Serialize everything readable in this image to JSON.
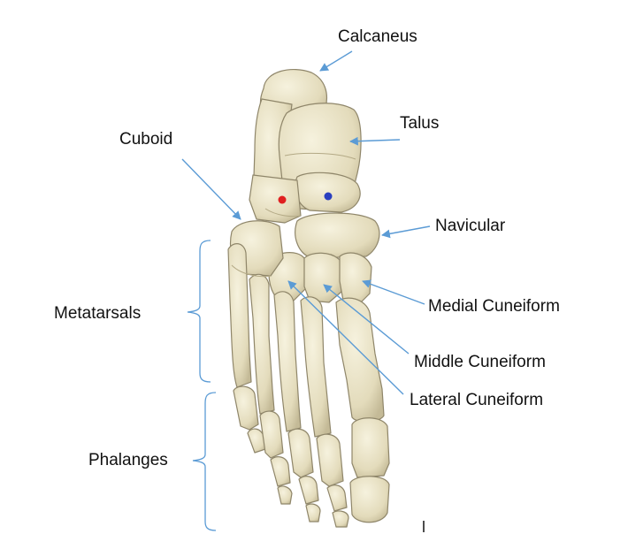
{
  "diagram": {
    "labels": {
      "calcaneus": "Calcaneus",
      "talus": "Talus",
      "cuboid": "Cuboid",
      "navicular": "Navicular",
      "metatarsals": "Metatarsals",
      "medial_cuneiform": "Medial Cuneiform",
      "middle_cuneiform": "Middle Cuneiform",
      "lateral_cuneiform": "Lateral Cuneiform",
      "phalanges": "Phalanges"
    },
    "colors": {
      "bone_fill": "#ece6cc",
      "bone_shadow": "#c9c0a0",
      "bone_outline": "#8f866a",
      "leader_line": "#5b9bd5",
      "bracket": "#5b9bd5",
      "marker_red": "#e02020",
      "marker_blue": "#2a3fbf",
      "text": "#111111"
    }
  }
}
